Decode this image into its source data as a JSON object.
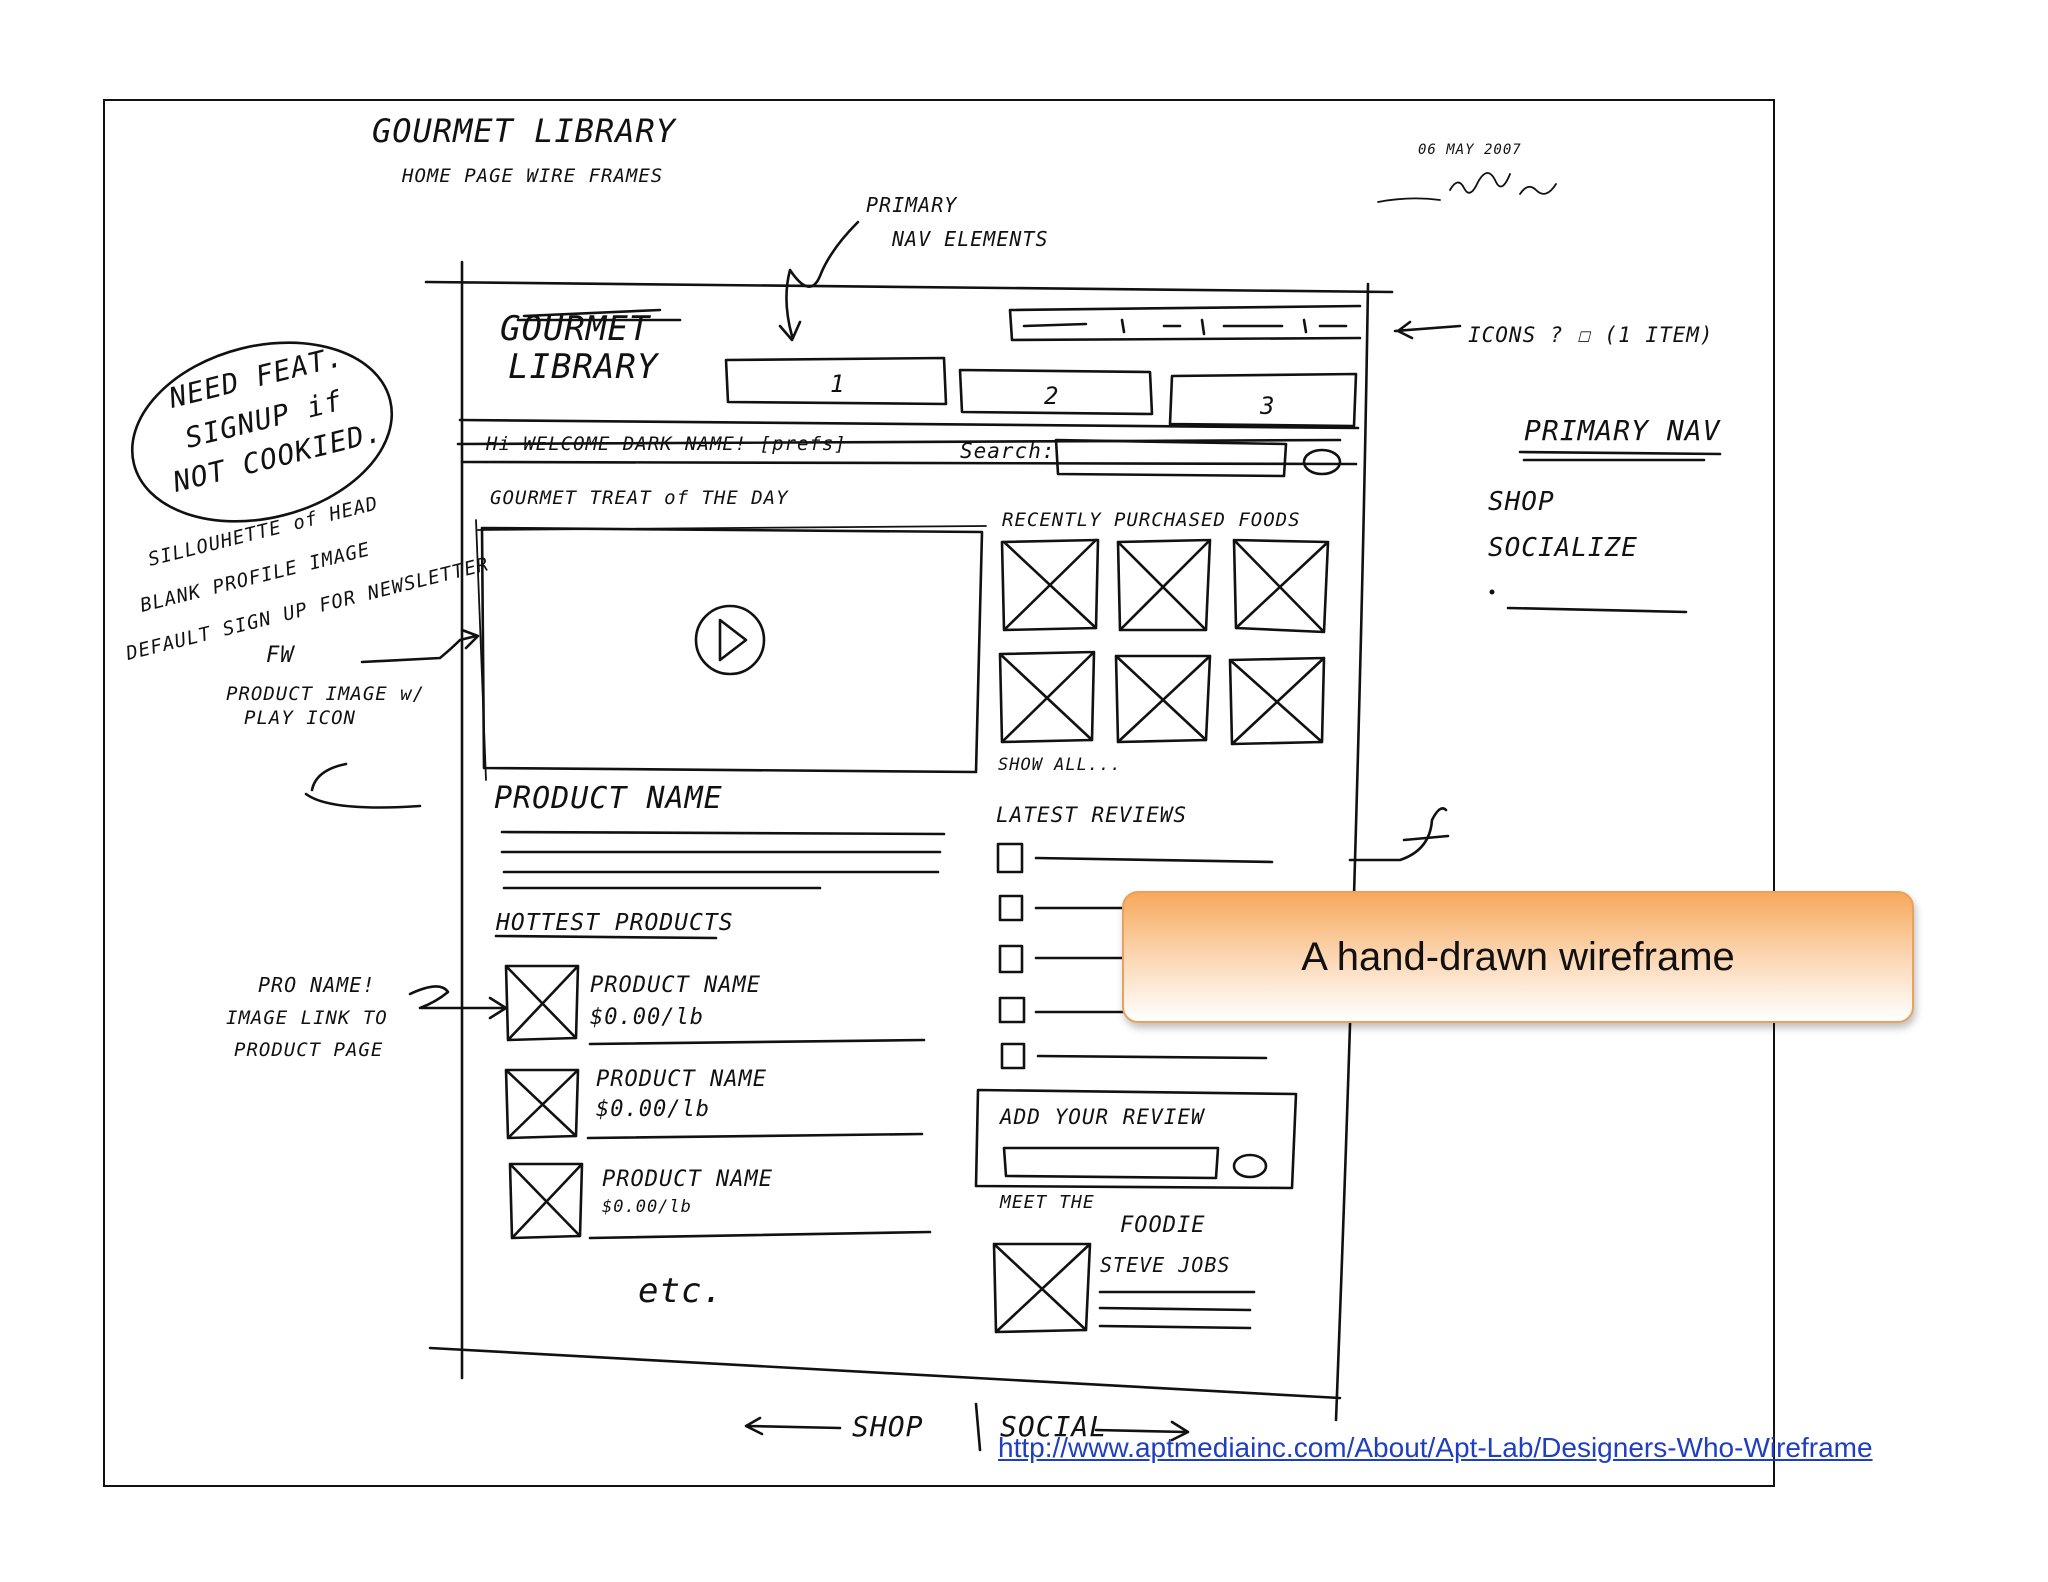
{
  "header": {
    "title": "GOURMET LIBRARY",
    "subtitle": "HOME PAGE WIRE FRAMES",
    "date": "06 MAY 2007"
  },
  "annotations": {
    "primary_nav_elements": [
      "PRIMARY",
      "NAV ELEMENTS"
    ],
    "icons": "ICONS ? ☐ (1 ITEM)",
    "need_feat": [
      "NEED FEAT.",
      "SIGNUP if",
      "NOT COOKIED."
    ],
    "silhouette": [
      "SILLOUHETTE of HEAD",
      "BLANK PROFILE IMAGE",
      "DEFAULT SIGN UP FOR NEWSLETTER"
    ],
    "fw": "FW",
    "product_image": [
      "PRODUCT IMAGE w/",
      "PLAY ICON"
    ],
    "pro_name": [
      "PRO NAME!",
      "IMAGE LINK TO",
      "PRODUCT PAGE"
    ],
    "primary_nav_title": "PRIMARY NAV",
    "primary_nav_items": [
      "SHOP",
      "SOCIALIZE"
    ],
    "footer_shop": "SHOP",
    "footer_social": "SOCIAL"
  },
  "wireframe": {
    "logo": [
      "GOURMET",
      "LIBRARY"
    ],
    "tabs": [
      "1",
      "2",
      "3"
    ],
    "welcome": "Hi WELCOME DARK NAME! [prefs]",
    "search_label": "Search:",
    "treat_title": "GOURMET TREAT of THE DAY",
    "recent_title": "RECENTLY PURCHASED FOODS",
    "show_all": "SHOW ALL...",
    "product_name_heading": "PRODUCT NAME",
    "latest_reviews": "LATEST REVIEWS",
    "hottest_products": "HOTTEST PRODUCTS",
    "products": [
      {
        "name": "PRODUCT NAME",
        "price": "$0.00/lb"
      },
      {
        "name": "PRODUCT NAME",
        "price": "$0.00/lb"
      },
      {
        "name": "PRODUCT NAME",
        "price": "$0.00/lb"
      }
    ],
    "etc": "etc.",
    "add_review": "ADD YOUR REVIEW",
    "meet_the": "MEET THE",
    "foodie": "FOODIE",
    "foodie_name": "STEVE JOBS"
  },
  "callout": {
    "text": "A hand-drawn wireframe"
  },
  "source_link": "http://www.aptmediainc.com/About/Apt-Lab/Designers-Who-Wireframe",
  "colors": {
    "callout_top": "#f7a95c",
    "callout_border": "#e9a15e",
    "link": "#1f3fbf",
    "ink": "#111111"
  }
}
